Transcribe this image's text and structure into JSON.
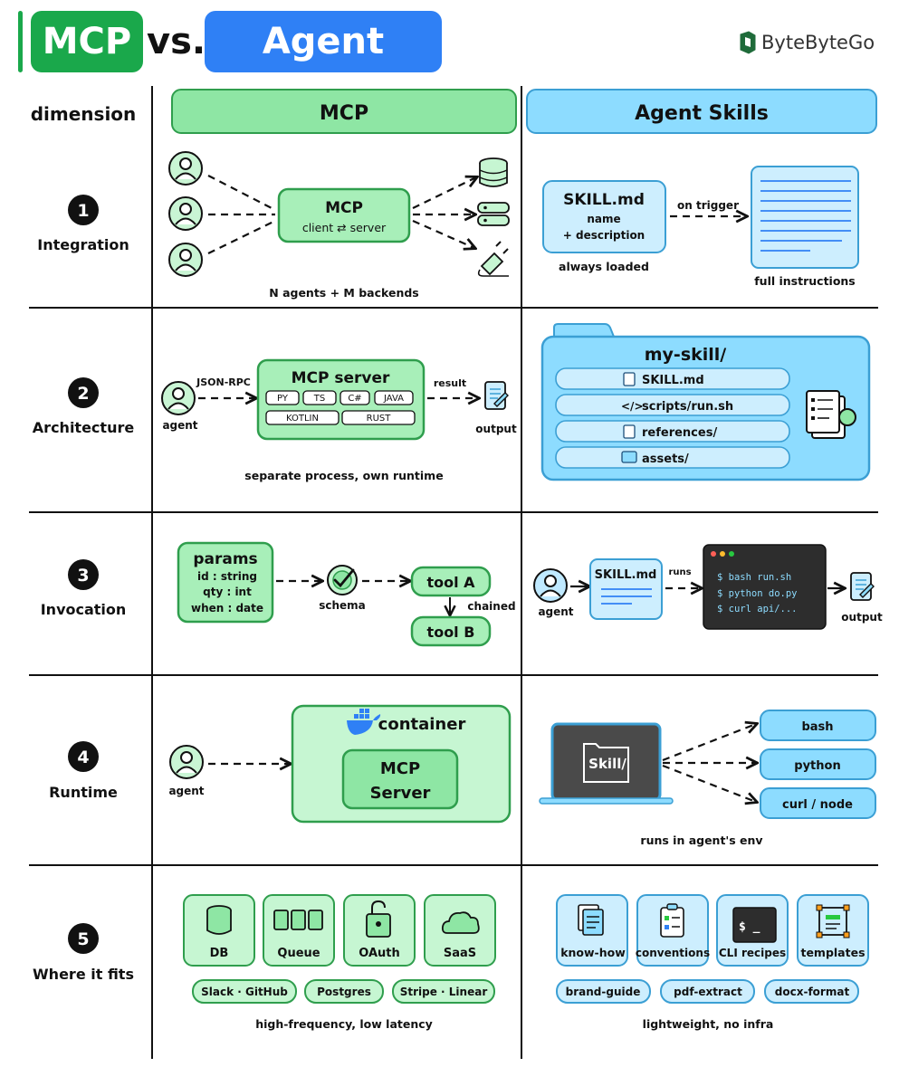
{
  "header": {
    "left_title": "MCP",
    "vs": "vs.",
    "right_title": "Agent Skills",
    "brand": "ByteByteGo"
  },
  "columns": {
    "dimension": "dimension",
    "mcp": "MCP",
    "skills": "Agent Skills"
  },
  "rows": [
    {
      "num": "1",
      "label": "Integration"
    },
    {
      "num": "2",
      "label": "Architecture"
    },
    {
      "num": "3",
      "label": "Invocation"
    },
    {
      "num": "4",
      "label": "Runtime"
    },
    {
      "num": "5",
      "label": "Where it fits"
    }
  ],
  "integration": {
    "mcp_box_title": "MCP",
    "mcp_box_sub": "client ⇄ server",
    "mcp_caption": "N agents + M backends",
    "skill_title": "SKILL.md",
    "skill_line1": "name",
    "skill_line2": "+ description",
    "skill_caption": "always loaded",
    "trigger": "on trigger",
    "full_caption": "full instructions"
  },
  "architecture": {
    "jsonrpc": "JSON-RPC",
    "agent": "agent",
    "server_title": "MCP server",
    "langs": [
      "PY",
      "TS",
      "C#",
      "JAVA",
      "KOTLIN",
      "RUST"
    ],
    "result": "result",
    "output": "output",
    "caption": "separate process, own runtime",
    "folder": "my-skill/",
    "files": [
      "SKILL.md",
      "scripts/run.sh",
      "references/",
      "assets/"
    ]
  },
  "invocation": {
    "params_title": "params",
    "params": [
      "id : string",
      "qty : int",
      "when : date"
    ],
    "schema": "schema",
    "toolA": "tool A",
    "toolB": "tool B",
    "chained": "chained",
    "agent": "agent",
    "skill": "SKILL.md",
    "runs": "runs",
    "terminal": [
      "$ bash run.sh",
      "$ python do.py",
      "$ curl api/..."
    ],
    "output": "output"
  },
  "runtime": {
    "agent": "agent",
    "container": "container",
    "server_line1": "MCP",
    "server_line2": "Server",
    "laptop_label": "Skill/",
    "targets": [
      "bash",
      "python",
      "curl / node"
    ],
    "caption": "runs in agent's env"
  },
  "fits": {
    "mcp_cards": [
      "DB",
      "Queue",
      "OAuth",
      "SaaS"
    ],
    "mcp_tags": [
      "Slack · GitHub",
      "Postgres",
      "Stripe · Linear"
    ],
    "mcp_caption": "high-frequency, low latency",
    "skill_cards": [
      "know-how",
      "conventions",
      "CLI recipes",
      "templates"
    ],
    "skill_tags": [
      "brand-guide",
      "pdf-extract",
      "docx-format"
    ],
    "skill_caption": "lightweight, no infra"
  },
  "colors": {
    "green": "#1aa84b",
    "blue": "#2f80f5",
    "green_fill": "#8ee6a4",
    "green_light": "#c6f6d2",
    "green_stroke": "#2f9e4d",
    "blue_fill": "#8ddcff",
    "blue_light": "#cdeefe",
    "blue_stroke": "#3b9fd4"
  }
}
